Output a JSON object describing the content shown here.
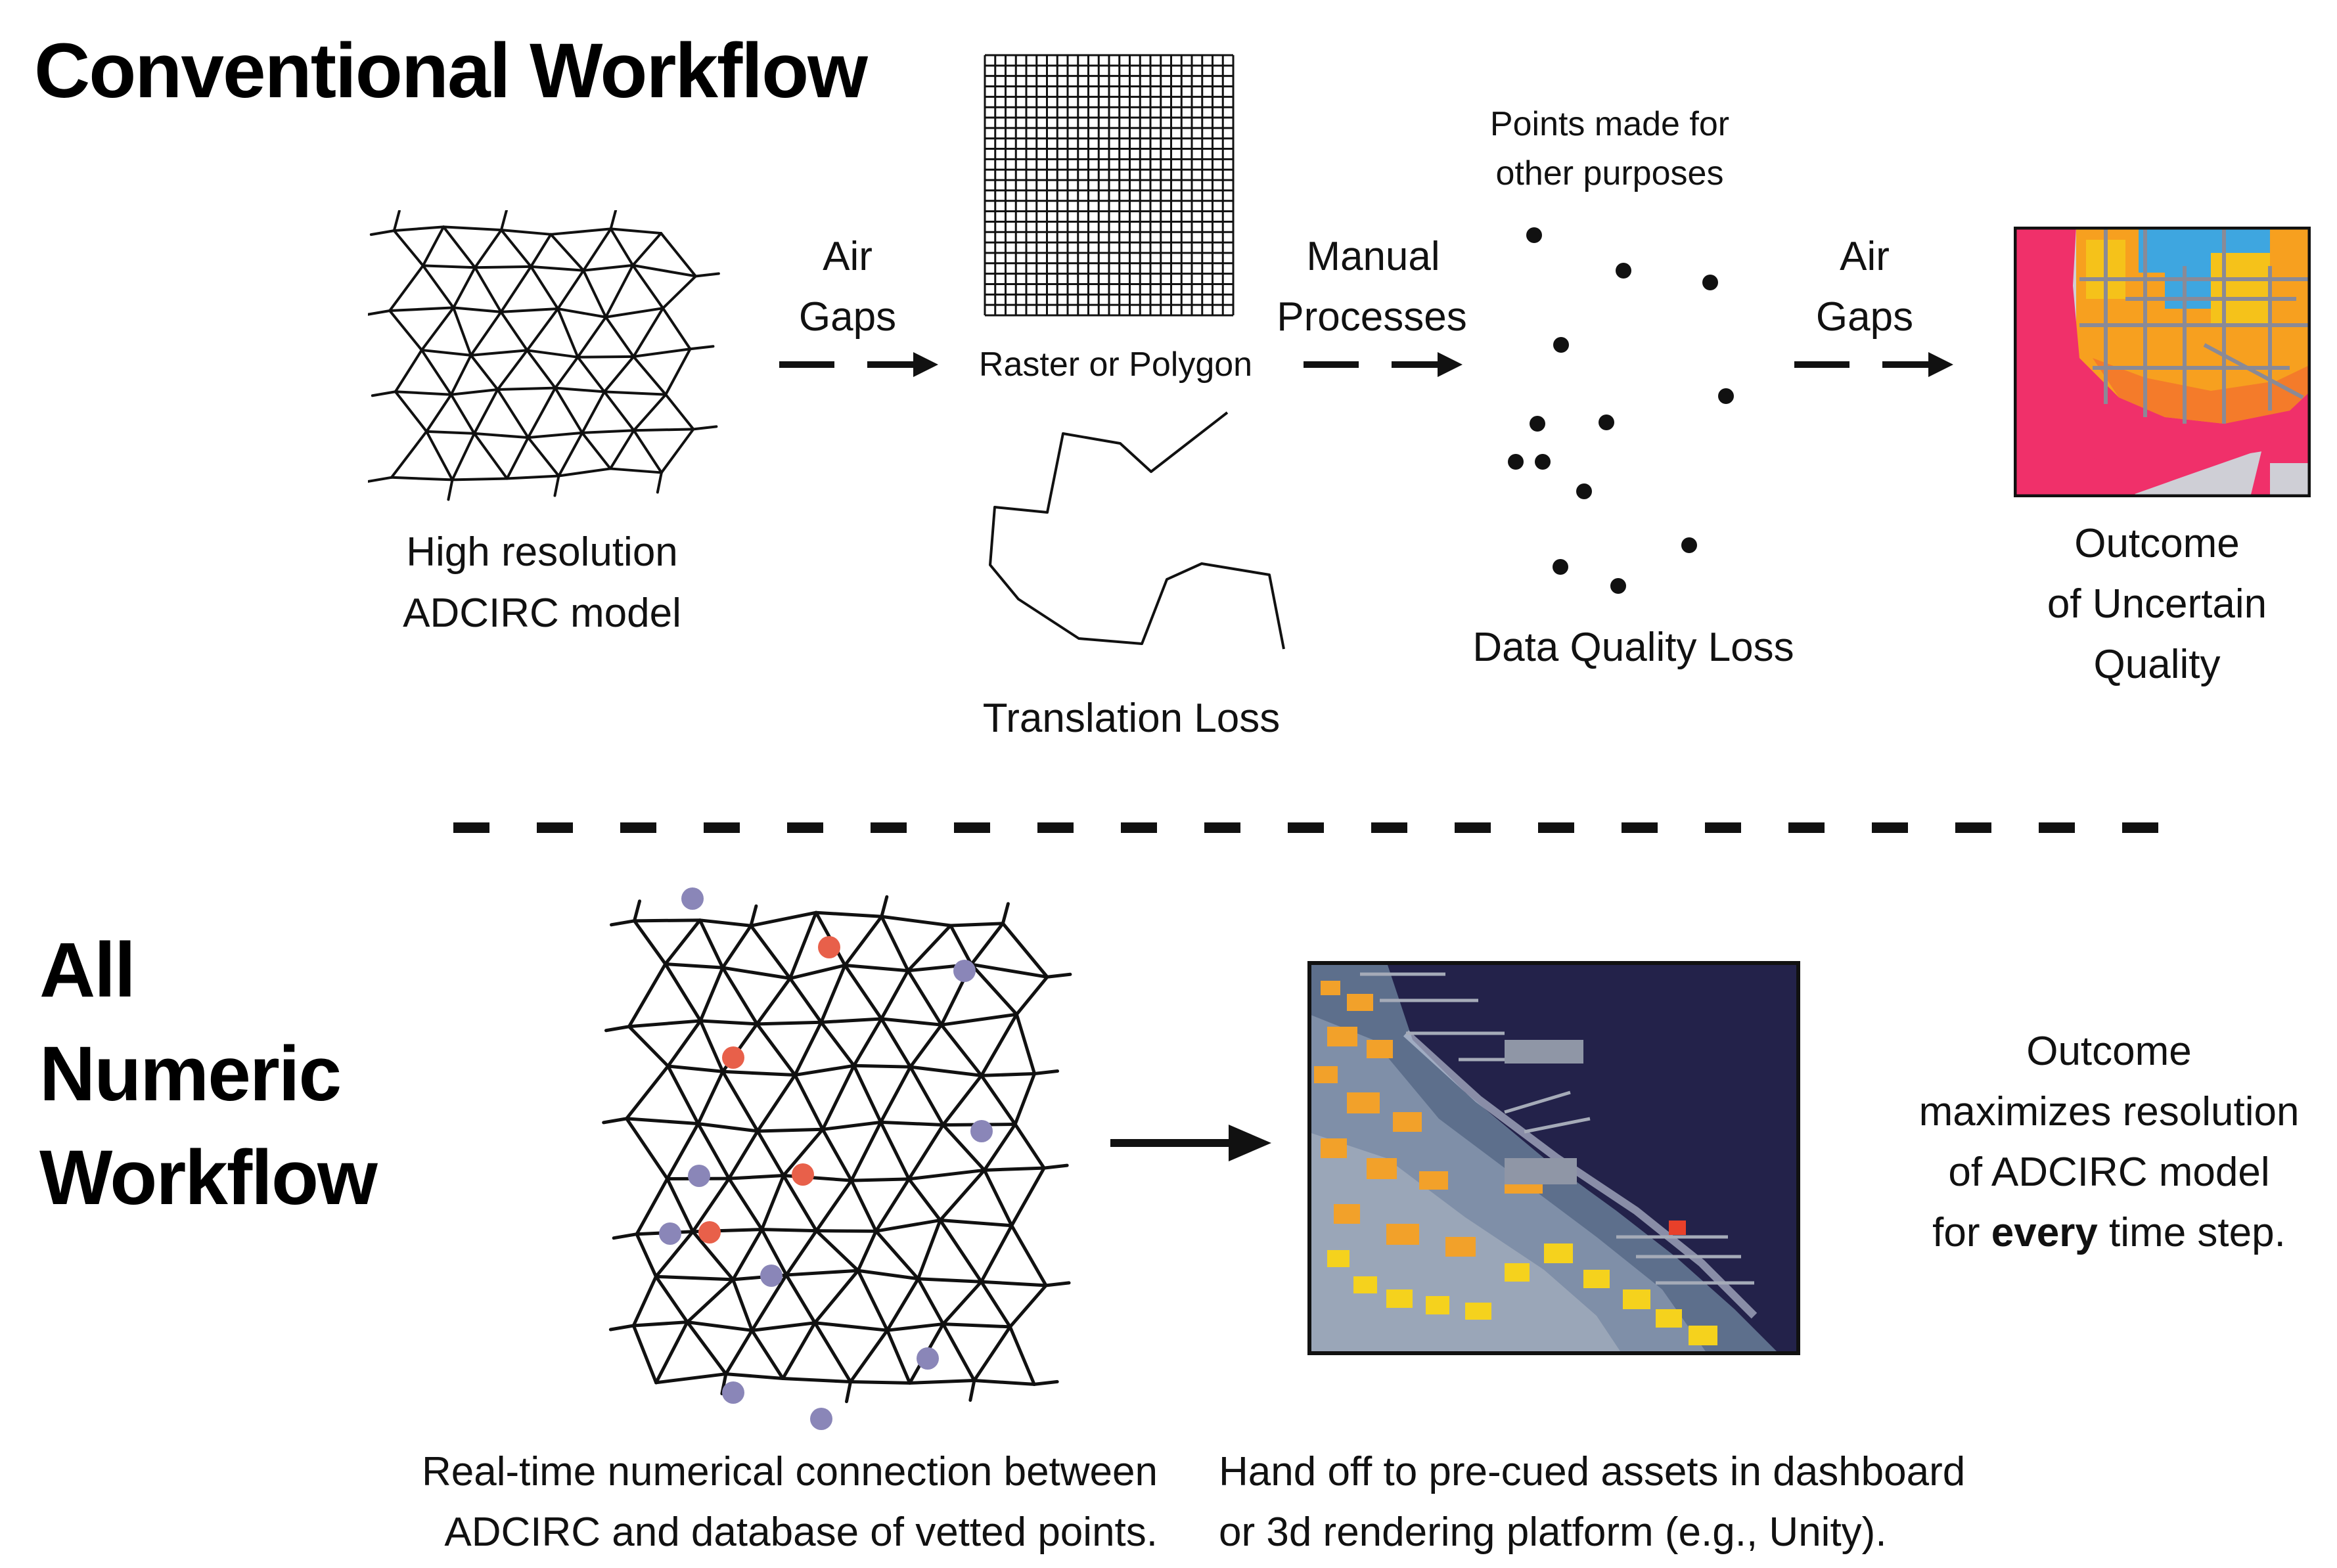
{
  "conventional": {
    "title": "Conventional Workflow",
    "model_label": [
      "High resolution",
      "ADCIRC model"
    ],
    "air_gaps_1": [
      "Air",
      "Gaps"
    ],
    "raster_label": "Raster or Polygon",
    "translation_loss": "Translation Loss",
    "manual_processes": [
      "Manual",
      "Processes"
    ],
    "points_label": [
      "Points made for",
      "other purposes"
    ],
    "data_quality_loss": "Data Quality Loss",
    "air_gaps_2": [
      "Air",
      "Gaps"
    ],
    "outcome": [
      "Outcome",
      "of Uncertain",
      "Quality"
    ]
  },
  "numeric": {
    "title": [
      "All",
      "Numeric",
      "Workflow"
    ],
    "connection_label": [
      "Real-time numerical connection between",
      "ADCIRC and database of vetted points."
    ],
    "handoff_label": [
      "Hand off to pre-cued assets in dashboard",
      "or 3d rendering platform (e.g., Unity)."
    ],
    "outcome": [
      "Outcome",
      "maximizes resolution",
      "of ADCIRC model"
    ],
    "outcome_last_prefix": "for ",
    "outcome_last_bold": "every",
    "outcome_last_suffix": " time step."
  },
  "colors": {
    "ink": "#111111",
    "vetted_point_red": "#e8604a",
    "vetted_point_purple": "#8a86b8",
    "flood_map_pink": "#f0306a",
    "flood_map_orange": "#f7a01f",
    "flood_map_blue": "#3ea6e0",
    "render_water": "#23224a"
  }
}
